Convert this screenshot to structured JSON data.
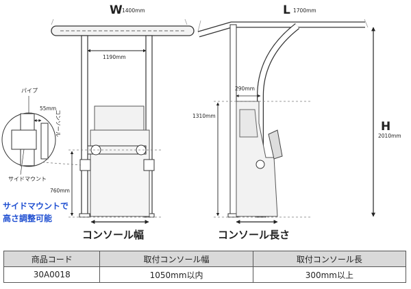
{
  "front_view": {
    "width_symbol": "W",
    "width_value": "1400mm",
    "inner_span": "1190mm",
    "mount_height": "760mm",
    "caption": "コンソール幅"
  },
  "detail": {
    "pipe_label": "パイプ",
    "gap_value": "55mm",
    "console_label": "コンソール",
    "mount_label": "サイドマウント",
    "note_line1": "サイドマウントで",
    "note_line2": "高さ調整可能"
  },
  "side_view": {
    "length_symbol": "L",
    "length_value": "1700mm",
    "offset_value": "290mm",
    "mount_height": "1310mm",
    "height_symbol": "H",
    "height_value": "2010mm",
    "caption": "コンソール長さ"
  },
  "spec_table": {
    "headers": [
      "商品コード",
      "取付コンソール幅",
      "取付コンソール長"
    ],
    "rows": [
      [
        "30A0018",
        "1050mm以内",
        "300mm以上"
      ]
    ]
  }
}
